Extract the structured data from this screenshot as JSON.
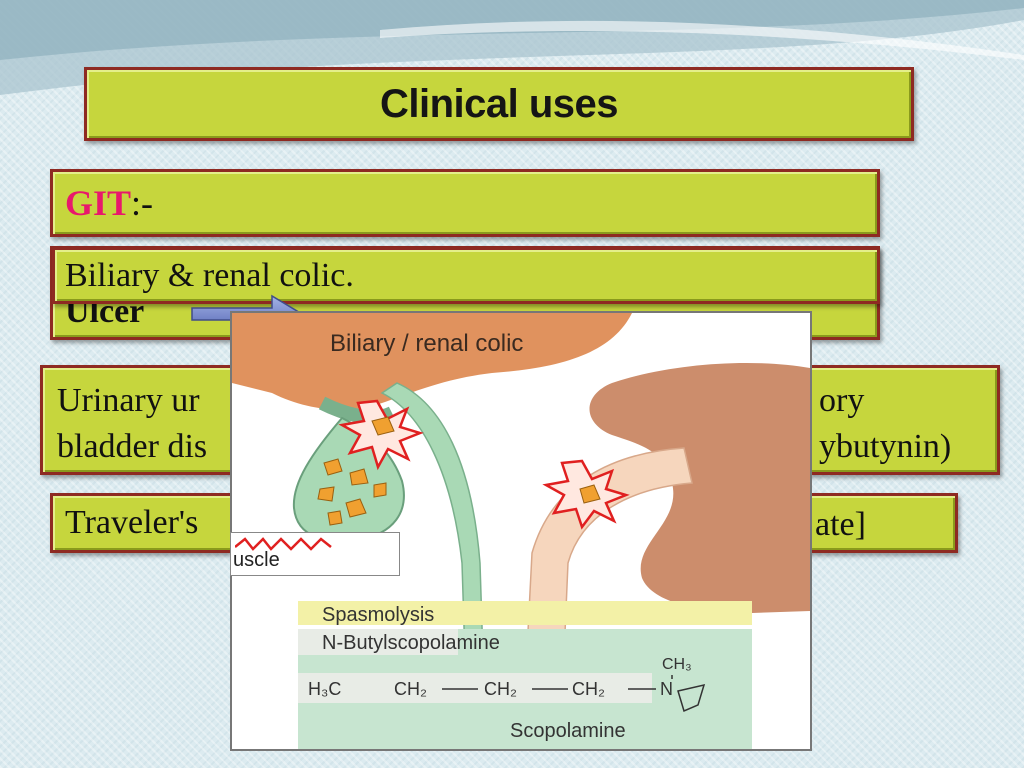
{
  "slide": {
    "title": "Clinical uses",
    "git_label": "GIT",
    "git_suffix": ":-",
    "colic_text": "Biliary & renal colic.",
    "ulcer_text": "Ulcer",
    "urinary_left_line1": "Urinary ur",
    "urinary_left_line2": "bladder dis",
    "urinary_right_line1": "ory",
    "urinary_right_line2": "ybutynin)",
    "travel_left": "Traveler's",
    "travel_right": "ate]"
  },
  "figure": {
    "heading": "Biliary / renal colic",
    "muscle_label": "uscle",
    "spasmolysis": "Spasmolysis",
    "butyl_text_a": "N-Butyl",
    "butyl_text_b": "scopolamine",
    "formula_h3c": "H₃C",
    "formula_ch2_a": "CH₂",
    "formula_ch2_b": "CH₂",
    "formula_ch2_c": "CH₂",
    "formula_n": "N",
    "formula_ch3": "CH₃",
    "scopolamine": "Scopolamine"
  },
  "colors": {
    "box_fill": "#c6d63d",
    "box_border": "#8e2a22",
    "git_accent": "#e8186c",
    "organ": "#e0925e",
    "kidney": "#cc8d6c",
    "duct_green": "#a9d9b5",
    "stone": "#f0a030",
    "star_red": "#e02020",
    "spasmolysis_band": "#f3f1a7",
    "formula_band": "#c7e5d0"
  }
}
